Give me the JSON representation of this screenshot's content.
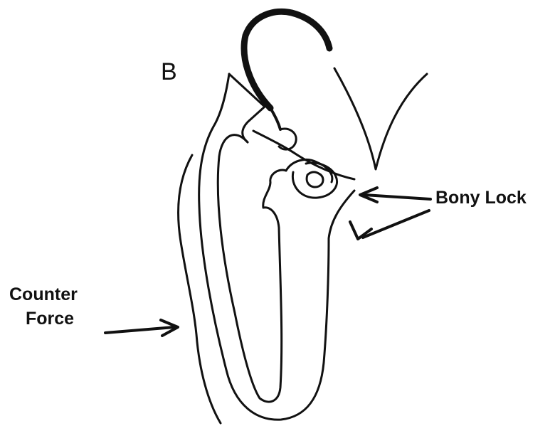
{
  "figure": {
    "panel_letter": "B",
    "labels": {
      "bony_lock": "Bony Lock",
      "counter_force_line1": "Counter",
      "counter_force_line2": "Force"
    },
    "colors": {
      "ink": "#111111",
      "background": "#ffffff"
    }
  }
}
